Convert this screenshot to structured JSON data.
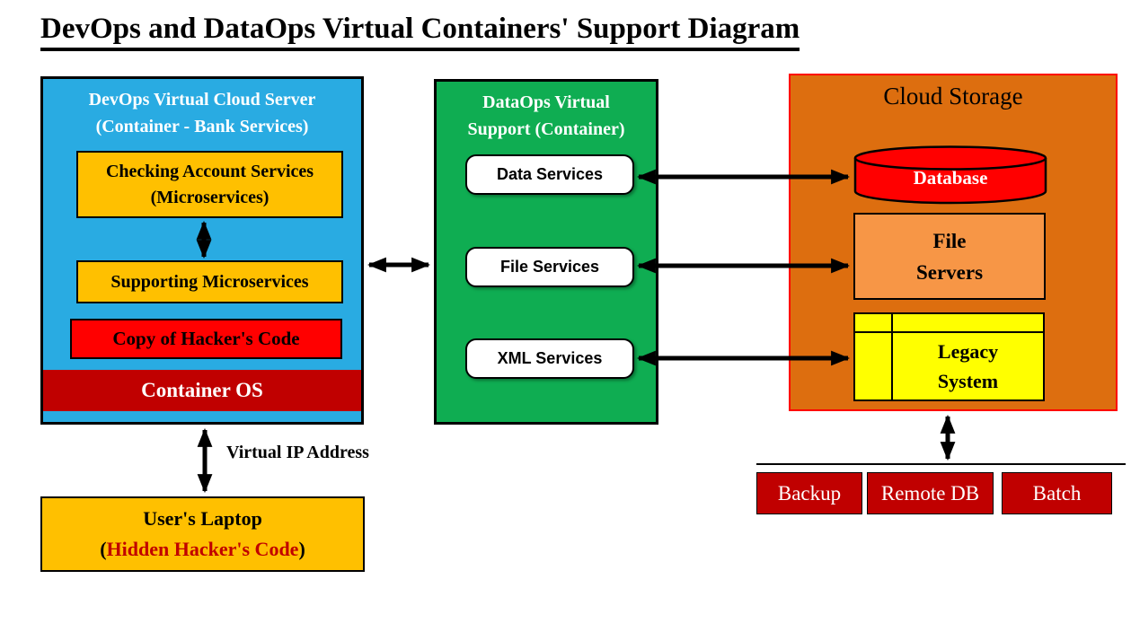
{
  "title": "DevOps and DataOps Virtual Containers' Support Diagram",
  "devops": {
    "title_line1": "DevOps Virtual Cloud Server",
    "title_line2": "(Container - Bank Services)",
    "checking_line1": "Checking Account Services",
    "checking_line2": "(Microservices)",
    "supporting": "Supporting Microservices",
    "hacker_copy": "Copy of Hacker's Code",
    "container_os": "Container OS"
  },
  "dataops": {
    "title_line1": "DataOps Virtual",
    "title_line2": "Support (Container)",
    "services": [
      "Data Services",
      "File Services",
      "XML Services"
    ]
  },
  "cloud_storage": {
    "title": "Cloud Storage",
    "database": "Database",
    "file_servers_line1": "File",
    "file_servers_line2": "Servers",
    "legacy_line1": "Legacy",
    "legacy_line2": "System"
  },
  "connections": {
    "virtual_ip_label": "Virtual IP Address"
  },
  "laptop": {
    "line1": "User's Laptop",
    "paren_open": "(",
    "hidden_code": "Hidden Hacker's Code",
    "paren_close": ")"
  },
  "backend": {
    "items": [
      "Backup",
      "Remote DB",
      "Batch"
    ]
  },
  "colors": {
    "devops_blue": "#29ABE2",
    "dataops_green": "#0FAD52",
    "storage_orange": "#DD6E0F",
    "file_servers_orange": "#F79646",
    "gold": "#FFC000",
    "red": "#FF0000",
    "dark_red": "#C00000",
    "yellow": "#FFFF00"
  }
}
